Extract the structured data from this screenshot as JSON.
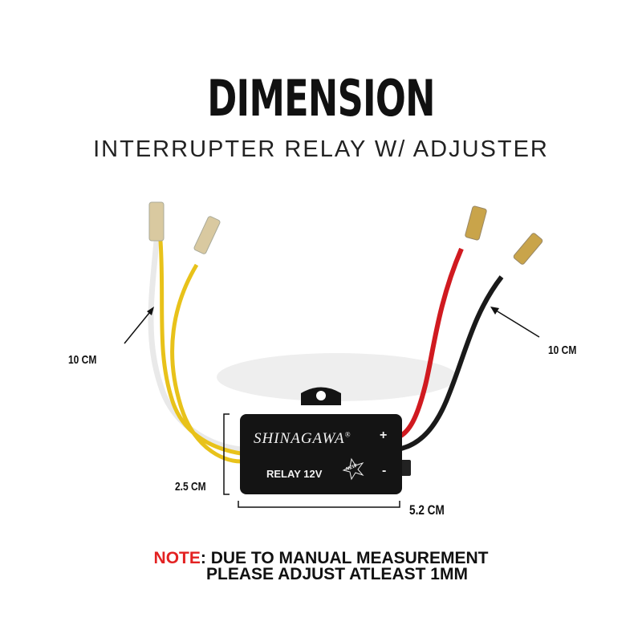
{
  "header": {
    "title": "DIMENSION",
    "subtitle": "INTERRUPTER RELAY W/ ADJUSTER"
  },
  "product": {
    "brand": "SHINAGAWA",
    "registered": "®",
    "model": "RELAY 12V",
    "badge": "NEW",
    "plus": "+",
    "minus": "-"
  },
  "dimensions": {
    "left_wire": "10 CM",
    "right_wire": "10 CM",
    "height": "2.5 CM",
    "width": "5.2 CM"
  },
  "note": {
    "prefix": "NOTE",
    "line1": ": DUE TO MANUAL MEASUREMENT",
    "line2": "PLEASE ADJUST ATLEAST 1MM"
  },
  "colors": {
    "note_red": "#e32222",
    "wire_yellow": "#e8c21a",
    "wire_red": "#d01a20",
    "wire_black": "#1a1a1a",
    "relay_body": "#141414"
  }
}
